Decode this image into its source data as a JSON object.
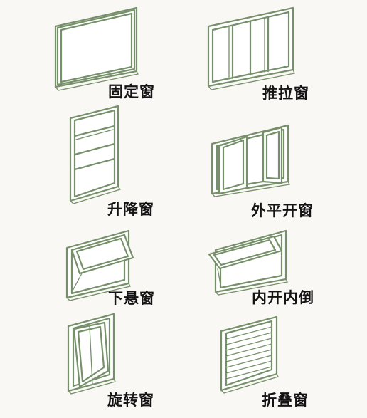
{
  "windows": [
    {
      "label": "固定窗"
    },
    {
      "label": "推拉窗"
    },
    {
      "label": "升降窗"
    },
    {
      "label": "外平开窗"
    },
    {
      "label": "下悬窗"
    },
    {
      "label": "内开内倒"
    },
    {
      "label": "旋转窗"
    },
    {
      "label": "折叠窗"
    }
  ],
  "colors": {
    "frame": "#76906a",
    "text": "#141414",
    "background": "#f9f8f5"
  }
}
